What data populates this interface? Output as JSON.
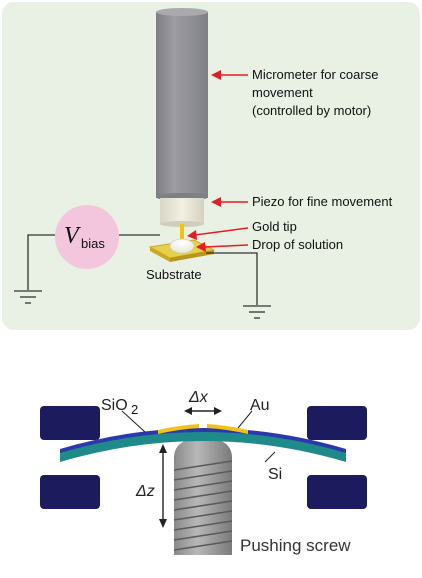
{
  "top_panel": {
    "bg_color": "#e8f1e3",
    "bias_circle_color": "#f3c6de",
    "bias": {
      "symbol": "V",
      "subscript": "bias"
    },
    "labels": {
      "micrometer_line1": "Micrometer for coarse",
      "micrometer_line2": "movement",
      "micrometer_line3": "(controlled by motor)",
      "piezo": "Piezo for fine movement",
      "gold_tip": "Gold tip",
      "drop": "Drop of solution",
      "substrate": "Substrate"
    },
    "arrow_color": "#e31e24"
  },
  "bottom_panel": {
    "block_color": "#1c1b5e",
    "labels": {
      "sio2": "SiO",
      "sio2_sub": "2",
      "au": "Au",
      "si": "Si",
      "delta_x": "Δx",
      "delta_z": "Δz",
      "pushing_screw": "Pushing screw"
    }
  }
}
